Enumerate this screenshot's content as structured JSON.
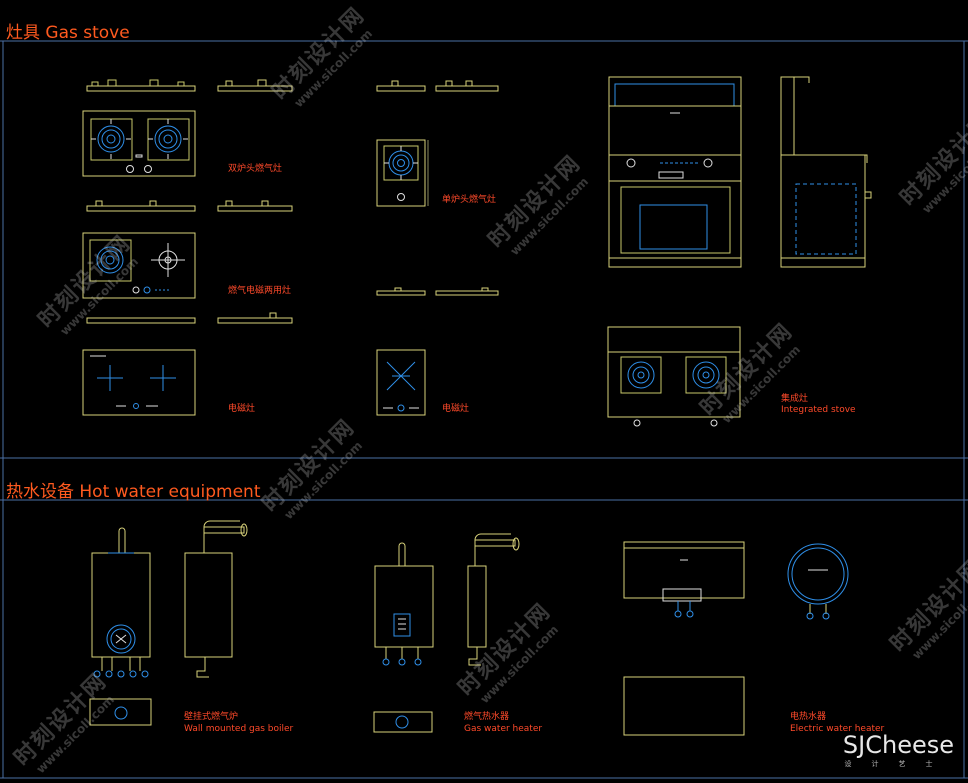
{
  "sections": {
    "gas_stove": "灶具 Gas stove",
    "hot_water": "热水设备 Hot water equipment"
  },
  "labels": {
    "double_burner": "双炉头燃气灶",
    "gas_induction": "燃气电磁两用灶",
    "induction_1": "电磁灶",
    "single_burner": "单炉头燃气灶",
    "induction_2": "电磁灶",
    "integrated_cn": "集成灶",
    "integrated_en": "Integrated stove",
    "boiler_cn": "壁挂式燃气炉",
    "boiler_en": "Wall mounted gas boiler",
    "gas_heater_cn": "燃气热水器",
    "gas_heater_en": "Gas water heater",
    "elec_heater_cn": "电热水器",
    "elec_heater_en": "Electric water heater"
  },
  "watermark": {
    "cn": "时刻设计网",
    "url": "www.sicoll.com"
  },
  "brand": {
    "name": "SJCheese",
    "sub": "设计艺士"
  },
  "colors": {
    "frame": "#4a6fa5",
    "line_yellow": "#d8d27a",
    "line_blue": "#2f8fe8",
    "line_white": "#e0e0e0",
    "label": "#ff4a2a",
    "title": "#ff5a1f"
  }
}
